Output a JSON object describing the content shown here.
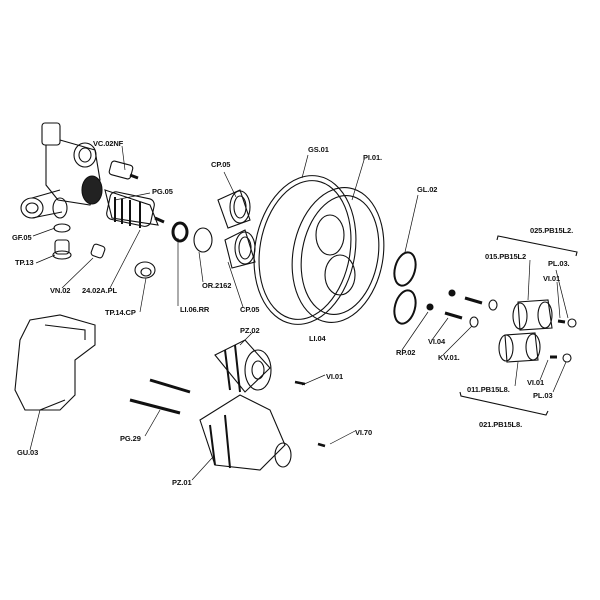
{
  "labels": {
    "vc02nf": "VC.02NF",
    "pg05": "PG.05",
    "gf05": "GF.05",
    "tp13": "TP.13",
    "vn02": "VN.02",
    "a2402pl": "24.02A.PL",
    "tp14cp": "TP.14.CP",
    "li06rr": "LI.06.RR",
    "or2162": "OR.2162",
    "cp05_top": "CP.05",
    "cp05_bottom": "CP.05",
    "gs01": "GS.01",
    "pi01": "PI.01.",
    "li04": "LI.04",
    "gl02": "GL.02",
    "rp02": "RP.02",
    "vi04": "VI.04",
    "kv01": "KV.01.",
    "pb025": "025.PB15L2.",
    "pb015": "015.PB15L2",
    "pl03_top": "PL.03.",
    "vi01_right_top": "VI.01",
    "vi01_right_bottom": "VI.01",
    "pb011": "011.PB15L8.",
    "pl03_bottom": "PL.03",
    "pb021": "021.PB15L8.",
    "pz02": "PZ.02",
    "vi01_center": "VI.01",
    "vi70": "VI.70",
    "pg29": "PG.29",
    "pz01": "PZ.01",
    "gu03": "GU.03"
  }
}
